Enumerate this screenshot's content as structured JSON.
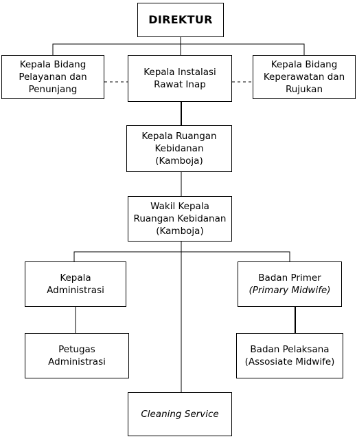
{
  "nodes": [
    {
      "id": "direktur",
      "lines": [
        {
          "text": "DIREKTUR"
        }
      ]
    },
    {
      "id": "kabid-pelayanan",
      "lines": [
        {
          "text": "Kepala Bidang"
        },
        {
          "text": "Pelayanan dan"
        },
        {
          "text": "Penunjang"
        }
      ]
    },
    {
      "id": "ka-instalasi",
      "lines": [
        {
          "text": "Kepala Instalasi"
        },
        {
          "text": "Rawat Inap"
        }
      ]
    },
    {
      "id": "kabid-keperawatan",
      "lines": [
        {
          "text": "Kepala Bidang"
        },
        {
          "text": "Keperawatan dan"
        },
        {
          "text": "Rujukan"
        }
      ]
    },
    {
      "id": "ka-ruangan",
      "lines": [
        {
          "text": "Kepala Ruangan"
        },
        {
          "text": "Kebidanan"
        },
        {
          "text": "(Kamboja)"
        }
      ]
    },
    {
      "id": "wakil-ka-ruangan",
      "lines": [
        {
          "text": "Wakil Kepala"
        },
        {
          "text": "Ruangan Kebidanan"
        },
        {
          "text": "(Kamboja)"
        }
      ]
    },
    {
      "id": "ka-administrasi",
      "lines": [
        {
          "text": "Kepala"
        },
        {
          "text": "Administrasi"
        }
      ]
    },
    {
      "id": "badan-primer",
      "lines": [
        {
          "text": "Badan Primer"
        },
        {
          "text": "(Primary Midwife)",
          "italic": true
        }
      ]
    },
    {
      "id": "petugas-administrasi",
      "lines": [
        {
          "text": "Petugas"
        },
        {
          "text": "Administrasi"
        }
      ]
    },
    {
      "id": "badan-pelaksana",
      "lines": [
        {
          "text": "Badan Pelaksana"
        },
        {
          "text": "(Assosiate Midwife)"
        }
      ]
    },
    {
      "id": "cleaning-service",
      "lines": [
        {
          "text": "Cleaning Service",
          "italic": true
        }
      ]
    }
  ],
  "edges": [
    {
      "from": "direktur",
      "to": "kabid-pelayanan",
      "style": "solid"
    },
    {
      "from": "direktur",
      "to": "ka-instalasi",
      "style": "solid"
    },
    {
      "from": "direktur",
      "to": "kabid-keperawatan",
      "style": "solid"
    },
    {
      "from": "kabid-pelayanan",
      "to": "ka-instalasi",
      "style": "dashed"
    },
    {
      "from": "ka-instalasi",
      "to": "kabid-keperawatan",
      "style": "dashed"
    },
    {
      "from": "ka-instalasi",
      "to": "ka-ruangan",
      "style": "solid"
    },
    {
      "from": "ka-ruangan",
      "to": "wakil-ka-ruangan",
      "style": "solid"
    },
    {
      "from": "wakil-ka-ruangan",
      "to": "ka-administrasi",
      "style": "solid"
    },
    {
      "from": "wakil-ka-ruangan",
      "to": "badan-primer",
      "style": "solid"
    },
    {
      "from": "wakil-ka-ruangan",
      "to": "cleaning-service",
      "style": "solid"
    },
    {
      "from": "ka-administrasi",
      "to": "petugas-administrasi",
      "style": "solid"
    },
    {
      "from": "badan-primer",
      "to": "badan-pelaksana",
      "style": "solid"
    }
  ]
}
